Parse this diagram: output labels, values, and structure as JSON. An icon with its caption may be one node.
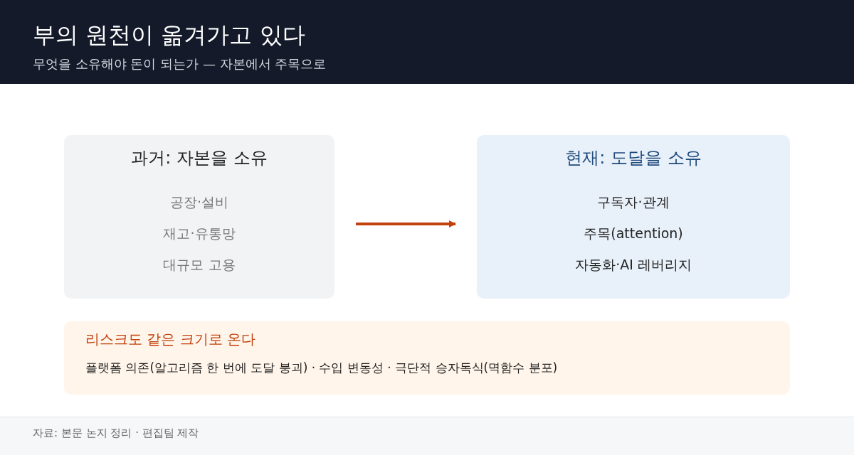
{
  "diagram": {
    "title": "부의 원천이 옮겨가고 있다",
    "caption": "자료: 본문 논지 정리 · 편집팀 제작",
    "nodes": [
      {
        "text": [
          "과거: 자본을 소유",
          "공장·설비",
          "재고·유통망",
          "대규모 고용"
        ]
      },
      {
        "text": [
          "현재: 도달을 소유",
          "구독자·관계",
          "주목(attention)",
          "자동화·AI 레버리지"
        ]
      },
      {
        "text": [
          "리스크도 같은 크기로 온다",
          "플랫폼 의존(알고리즘 한 번에 도달 붕괴) · 수입 변동성 · 극단적 승자독식(멱함수 분포)"
        ]
      }
    ],
    "edges": [
      {
        "from": 0,
        "to": 1,
        "arrow": "to"
      }
    ],
    "labels": [
      "무엇을 소유해야 돈이 되는가 — 자본에서 주목으로"
    ]
  }
}
